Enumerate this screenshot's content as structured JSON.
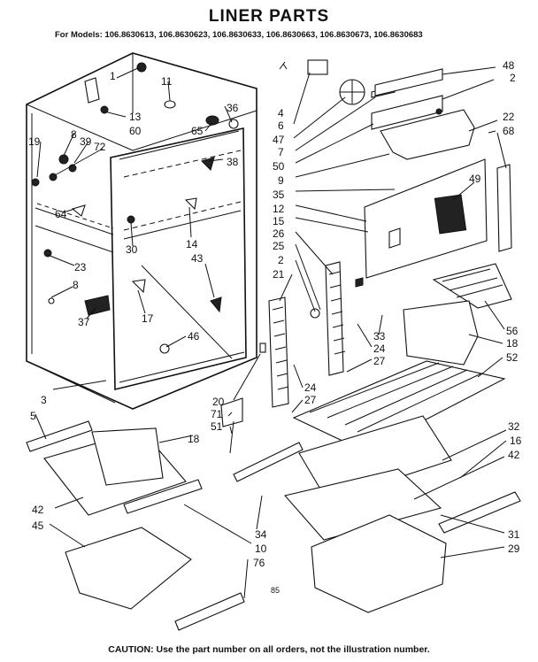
{
  "header": {
    "title": "LINER PARTS",
    "models": "For Models: 106.8630613, 106.8630623, 106.8630633, 106.8630663, 106.8630673, 106.8630683"
  },
  "footer": {
    "caution": "CAUTION: Use the part number on all orders, not the illustration number."
  },
  "callouts": {
    "c1": "1",
    "c11": "11",
    "c13": "13",
    "c60": "60",
    "c36": "36",
    "c65": "65",
    "c38": "38",
    "c19": "19",
    "c8a": "8",
    "c39": "39",
    "c72": "72",
    "c64": "64",
    "c30": "30",
    "c14": "14",
    "c23": "23",
    "c8b": "8",
    "c43": "43",
    "c17": "17",
    "c37": "37",
    "c46": "46",
    "c4": "4",
    "c6": "6",
    "c47": "47",
    "c7": "7",
    "c50": "50",
    "c9": "9",
    "c35": "35",
    "c12": "12",
    "c15": "15",
    "c26": "26",
    "c25": "25",
    "c2b": "2",
    "c21": "21",
    "c48": "48",
    "c2a": "2",
    "c22": "22",
    "c68": "68",
    "c49": "49",
    "c33": "33",
    "c24a": "24",
    "c27a": "27",
    "c24b": "24",
    "c27b": "27",
    "c56": "56",
    "c18a": "18",
    "c52": "52",
    "c3": "3",
    "c5": "5",
    "c20": "20",
    "c71": "71",
    "c51": "51",
    "c18b": "18",
    "c32": "32",
    "c16": "16",
    "c42a": "42",
    "c42b": "42",
    "c45": "45",
    "c34": "34",
    "c10": "10",
    "c76": "76",
    "c31": "31",
    "c29": "29",
    "c85": "85"
  }
}
